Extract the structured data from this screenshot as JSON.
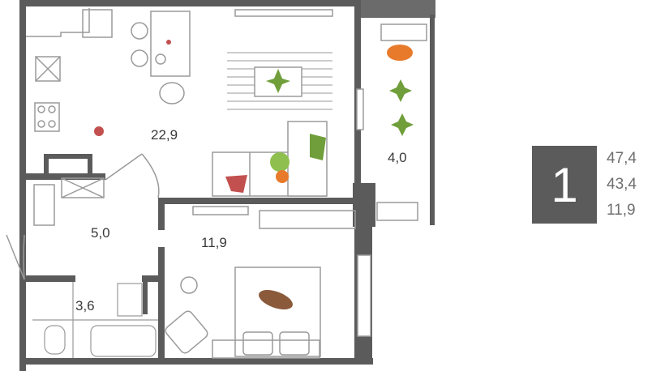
{
  "plan": {
    "rooms": [
      {
        "id": "living",
        "area": "22,9"
      },
      {
        "id": "hall",
        "area": "5,0"
      },
      {
        "id": "bathroom",
        "area": "3,6"
      },
      {
        "id": "bedroom",
        "area": "11,9"
      },
      {
        "id": "balcony",
        "area": "4,0"
      }
    ]
  },
  "summary": {
    "rooms_count": "1",
    "total_area": "47,4",
    "living_area": "43,4",
    "room_area": "11,9"
  },
  "colors": {
    "wall": "#5b5b5b",
    "furniture_stroke": "#9a9a9a",
    "plant": "#6f9e3a",
    "accent_orange": "#e87a2b",
    "accent_red": "#c2504f"
  }
}
